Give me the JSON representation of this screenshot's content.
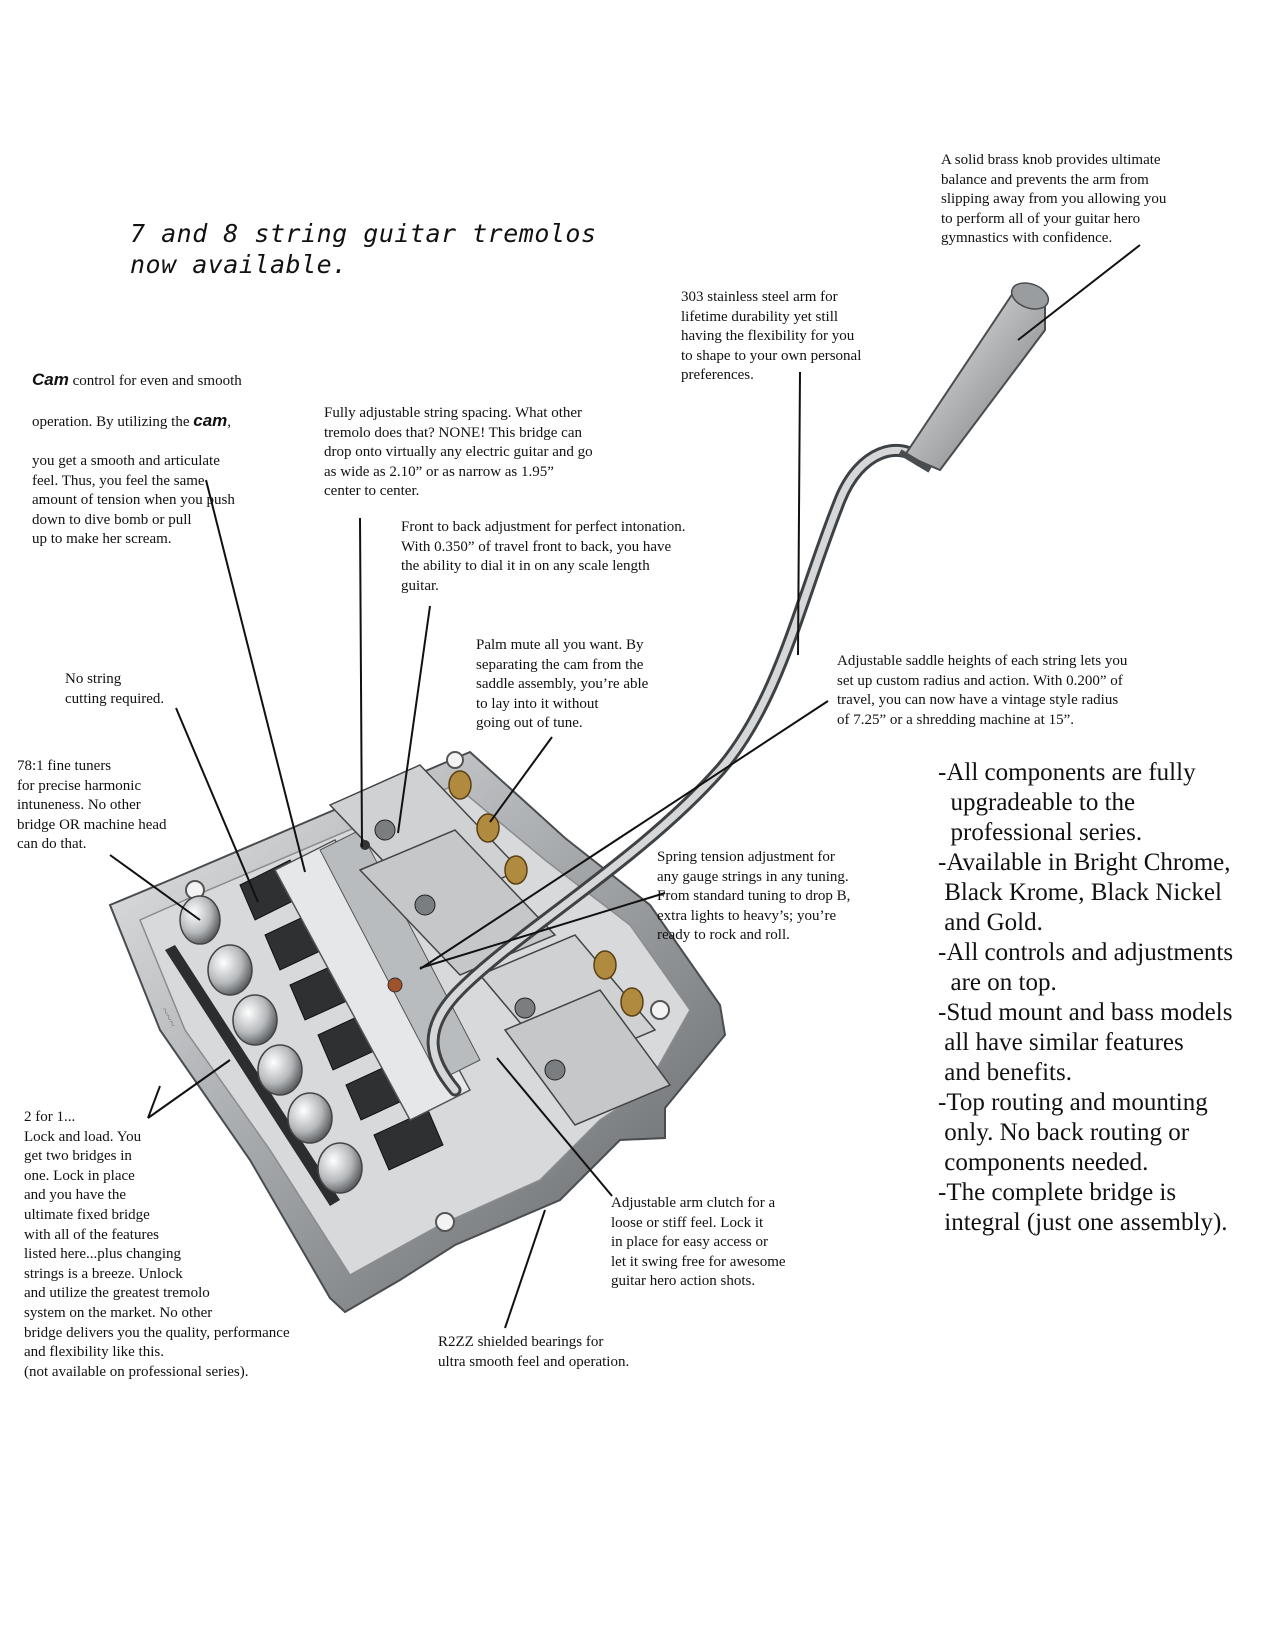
{
  "headline": "7 and 8 string guitar tremolos\nnow available.",
  "cam_note": {
    "cam_word": "Cam",
    "line1_rest": " control for even and smooth",
    "line2_start": "operation.  By utilizing the ",
    "cam_word_2": "cam",
    "line2_end": ",",
    "rest": "you get a smooth and articulate\nfeel.  Thus, you feel the same\namount of tension when you push\ndown to dive bomb or pull\nup to make her scream."
  },
  "notes": {
    "brass_knob": "A solid brass knob provides ultimate\nbalance and prevents the arm from\nslipping away from you allowing you\nto perform all of your guitar hero\ngymnastics with confidence.",
    "stainless_arm": "303 stainless steel arm for\nlifetime durability yet still\nhaving the flexibility for you\nto shape to your own personal\npreferences.",
    "string_spacing": "Fully adjustable string spacing. What other\ntremolo does that?  NONE! This bridge can\ndrop onto virtually any electric guitar and go\nas wide as 2.10” or as narrow as 1.95”\ncenter to center.",
    "intonation": "Front to back adjustment for perfect intonation.\nWith 0.350” of travel front to back, you have\nthe ability to dial it in on any scale length\nguitar.",
    "palm_mute": "Palm mute all you want. By\nseparating the cam from the\nsaddle assembly, you’re able\nto lay into it without\ngoing out of tune.",
    "no_string_cutting": "No string\ncutting required.",
    "saddle_heights": "Adjustable saddle heights of each string lets you\nset up custom radius and action. With 0.200” of\ntravel, you can now have a vintage style radius\nof 7.25” or a shredding machine at 15”.",
    "fine_tuners": "78:1 fine tuners\nfor precise harmonic\nintuneness.  No other\nbridge OR machine head\ncan do that.",
    "spring_tension": "Spring tension adjustment for\nany gauge strings in any tuning.\nFrom standard tuning to drop B,\nextra lights to heavy’s; you’re\nready to rock and roll.",
    "two_for_one": "2 for 1...\nLock and load. You\nget two bridges in\none.  Lock in place\nand you have the\nultimate fixed bridge\nwith all of the features\nlisted here...plus changing\nstrings is a breeze.  Unlock\nand utilize the greatest tremolo\nsystem on the market.  No other\nbridge delivers you the quality, performance\nand flexibility like this.\n(not available on professional series).",
    "arm_clutch": "Adjustable arm clutch for a\nloose or stiff feel.  Lock it\nin place for easy access or\nlet it swing free for awesome\nguitar hero action shots.",
    "bearings": "R2ZZ shielded bearings for\nultra smooth feel and operation."
  },
  "features": [
    "-All components are fully",
    "  upgradeable to the",
    "  professional series.",
    "-Available in Bright Chrome,",
    " Black Krome, Black Nickel",
    " and Gold.",
    "-All controls and adjustments",
    "  are on top.",
    "-Stud mount and bass models",
    " all have similar features",
    " and benefits.",
    "-Top routing and mounting",
    " only. No back routing or",
    " components needed.",
    "-The complete bridge is",
    " integral (just one assembly)."
  ],
  "colors": {
    "chrome": "#c9cbcd",
    "chrome_dark": "#6e7174",
    "brass": "#b08a3e",
    "text": "#111111"
  }
}
